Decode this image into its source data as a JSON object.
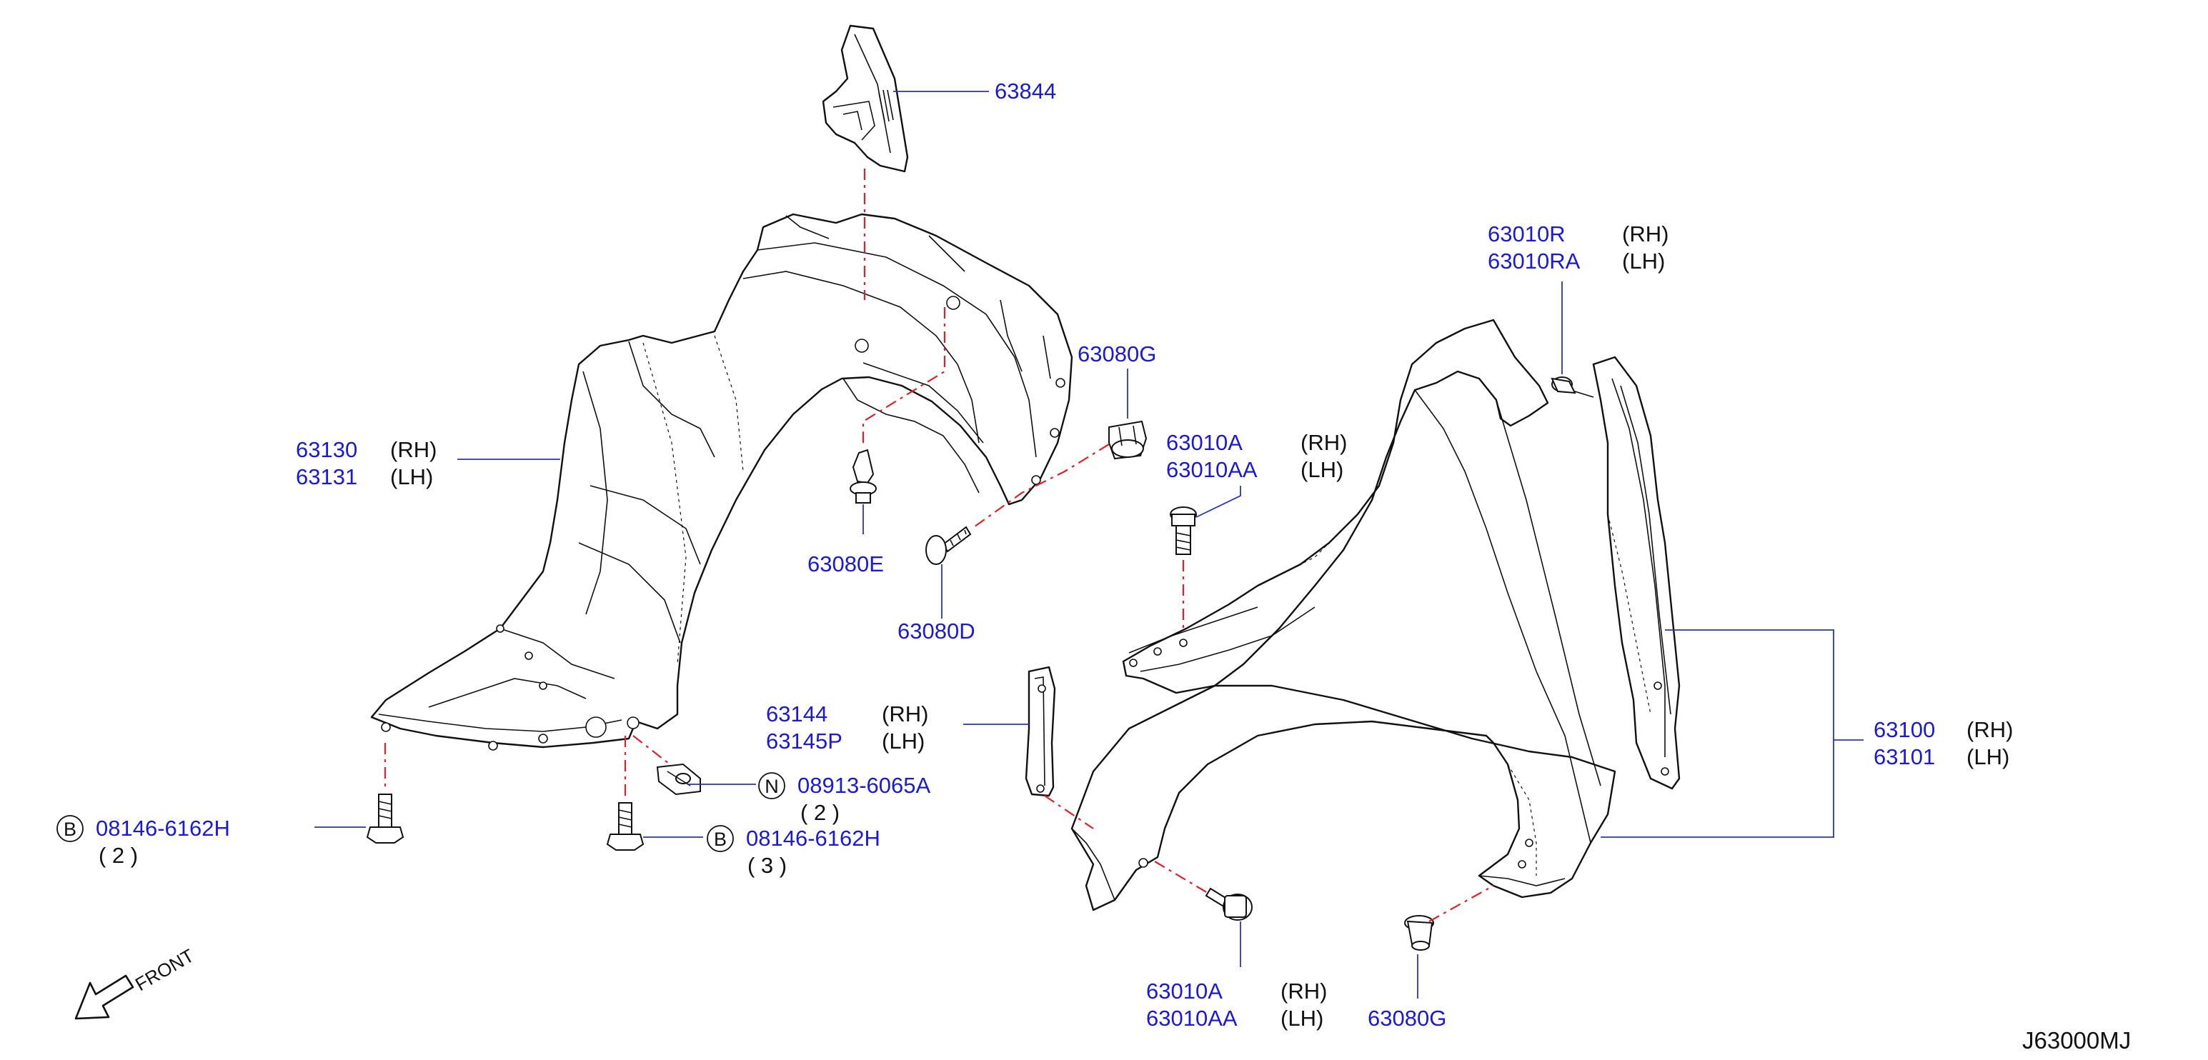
{
  "diagram_code": "J63000MJ",
  "front_label": "FRONT",
  "colors": {
    "part_number": "#1a1ad6",
    "leader": "#2a34b8",
    "centerline": "#e0202a",
    "text": "#111111"
  },
  "callouts": {
    "p63844": {
      "number": "63844"
    },
    "p63130": {
      "number": "63130",
      "side": "(RH)"
    },
    "p63131": {
      "number": "63131",
      "side": "(LH)"
    },
    "p63080G_top": {
      "number": "63080G"
    },
    "p6308xE": {
      "number": "63080E"
    },
    "p63080D": {
      "number": "63080D"
    },
    "p63010A_mid": {
      "number": "63010A",
      "side": "(RH)"
    },
    "p63010AA_mid": {
      "number": "63010AA",
      "side": "(LH)"
    },
    "p63010R": {
      "number": "63010R",
      "side": "(RH)"
    },
    "p63010RA": {
      "number": "63010RA",
      "side": "(LH)"
    },
    "p63144": {
      "number": "63144",
      "side": "(RH)"
    },
    "p63145P": {
      "number": "63145P",
      "side": "(LH)"
    },
    "p08913": {
      "prefix": "N",
      "number": "08913-6065A",
      "qty": "( 2 )"
    },
    "p08146_left": {
      "prefix": "B",
      "number": "08146-6162H",
      "qty": "( 2 )"
    },
    "p08146_mid": {
      "prefix": "B",
      "number": "08146-6162H",
      "qty": "( 3 )"
    },
    "p63100": {
      "number": "63100",
      "side": "(RH)"
    },
    "p63101": {
      "number": "63101",
      "side": "(LH)"
    },
    "p63010A_bot": {
      "number": "63010A",
      "side": "(RH)"
    },
    "p63010AA_bot": {
      "number": "63010AA",
      "side": "(LH)"
    },
    "p63080G_bot": {
      "number": "63080G"
    }
  }
}
